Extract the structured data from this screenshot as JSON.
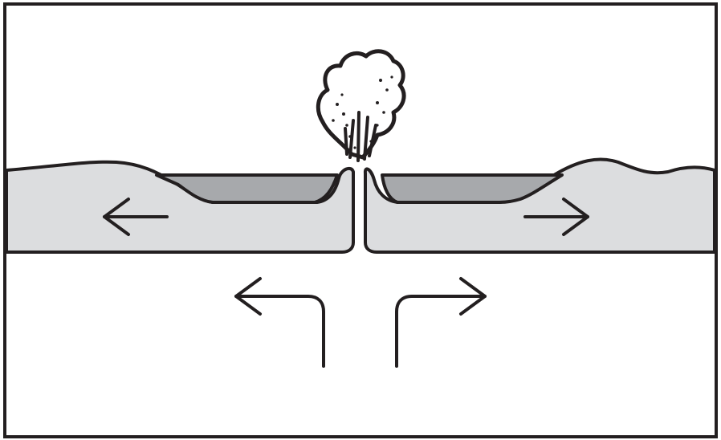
{
  "diagram": {
    "kind": "divergent plate boundary with rift eruption",
    "colors": {
      "outline": "#231f20",
      "plate_fill": "#dcdddf",
      "water_fill": "#a7a9ac",
      "background": "#ffffff",
      "plume_fill": "#ffffff"
    },
    "arrows": {
      "plate_left": "pointing-left",
      "plate_right": "pointing-right",
      "mantle_left": "up-then-left",
      "mantle_right": "up-then-right"
    }
  }
}
